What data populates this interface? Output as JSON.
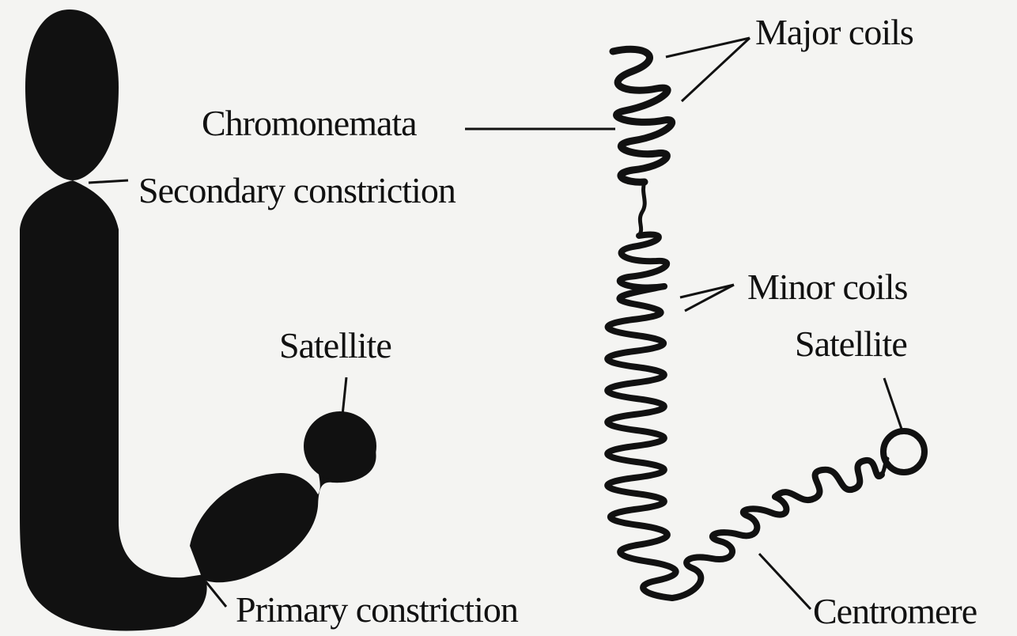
{
  "labels": {
    "major_coils": "Major coils",
    "chromonemata": "Chromonemata",
    "secondary_constriction": "Secondary constriction",
    "minor_coils": "Minor coils",
    "satellite_left": "Satellite",
    "satellite_right": "Satellite",
    "primary_constriction": "Primary constriction",
    "centromere": "Centromere"
  },
  "colors": {
    "ink": "#111111",
    "paper": "#f4f4f2"
  }
}
